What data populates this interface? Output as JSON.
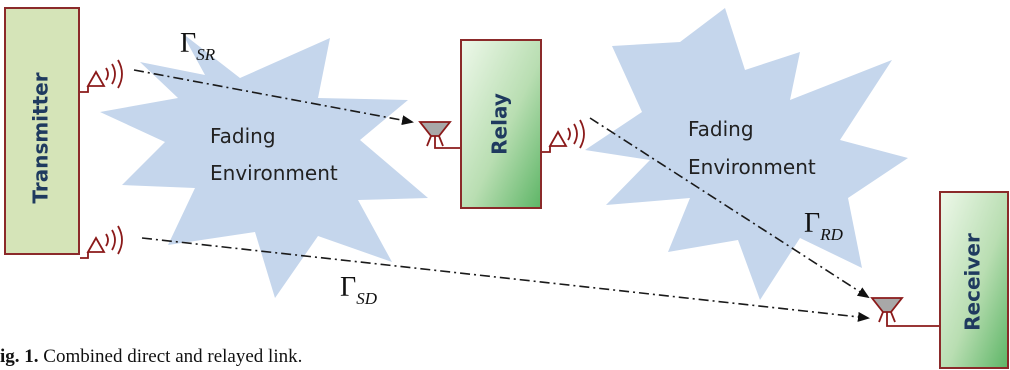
{
  "colors": {
    "box_border": "#8b2a2a",
    "transmitter_fill": "#d5e4b8",
    "relay_receiver_fill_light": "#e9f5e2",
    "relay_receiver_fill_dark": "#63b86a",
    "cloud_fill": "#c5d6ec",
    "antenna": "#8b1a1a",
    "receive_antenna_fill": "#a8a8a8",
    "label_text": "#1f3a5f"
  },
  "nodes": {
    "transmitter": {
      "label": "Transmitter"
    },
    "relay": {
      "label": "Relay"
    },
    "receiver": {
      "label": "Receiver"
    }
  },
  "environments": [
    {
      "line1": "Fading",
      "line2": "Environment"
    },
    {
      "line1": "Fading",
      "line2": "Environment"
    }
  ],
  "links": {
    "sr": {
      "symbol": "Γ",
      "subscript": "SR"
    },
    "rd": {
      "symbol": "Γ",
      "subscript": "RD"
    },
    "sd": {
      "symbol": "Γ",
      "subscript": "SD"
    }
  },
  "caption": {
    "prefix": "ig. 1.",
    "text": " Combined direct and relayed link."
  }
}
